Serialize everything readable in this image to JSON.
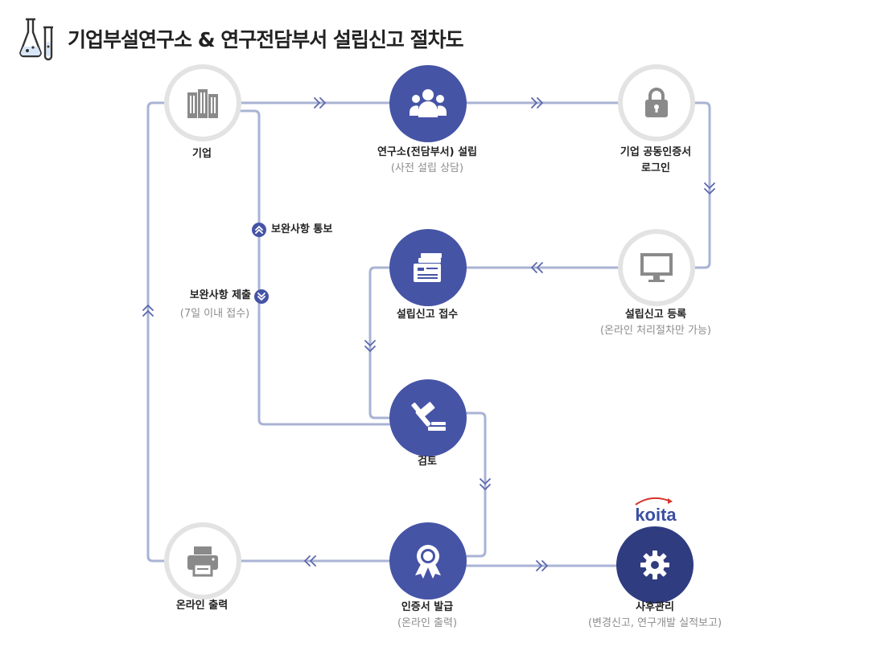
{
  "title": "기업부설연구소 & 연구전담부서 설립신고 절차도",
  "nodes": {
    "company": {
      "label": "기업",
      "icon": "building-icon"
    },
    "establish": {
      "label": "연구소(전담부서) 설립",
      "sub": "(사전 설립 상담)",
      "icon": "people-group-icon"
    },
    "login": {
      "label": "기업 공동인증서",
      "label2": "로그인",
      "icon": "lock-icon"
    },
    "register": {
      "label": "설립신고 등록",
      "sub": "(온라인 처리절차만 가능)",
      "icon": "monitor-icon"
    },
    "receive": {
      "label": "설립신고 접수",
      "icon": "document-stack-icon"
    },
    "review": {
      "label": "검토",
      "icon": "gavel-icon"
    },
    "issue": {
      "label": "인증서 발급",
      "sub": "(온라인 출력)",
      "icon": "award-ribbon-icon"
    },
    "print": {
      "label": "온라인 출력",
      "icon": "printer-icon"
    },
    "aftercare": {
      "label": "사후관리",
      "sub": "(변경신고, 연구개발 실적보고)",
      "icon": "gear-icon"
    }
  },
  "side_notes": {
    "notify": "보완사항 통보",
    "submit": "보완사항 제출",
    "submit_sub": "(7일 이내 접수)"
  },
  "logo": {
    "text": "koita"
  },
  "colors": {
    "accent": "#4654a6",
    "navy": "#2f3c80",
    "line": "#a9b3d4",
    "ring": "#e3e3e3",
    "icon_gray": "#8a8a8a"
  }
}
